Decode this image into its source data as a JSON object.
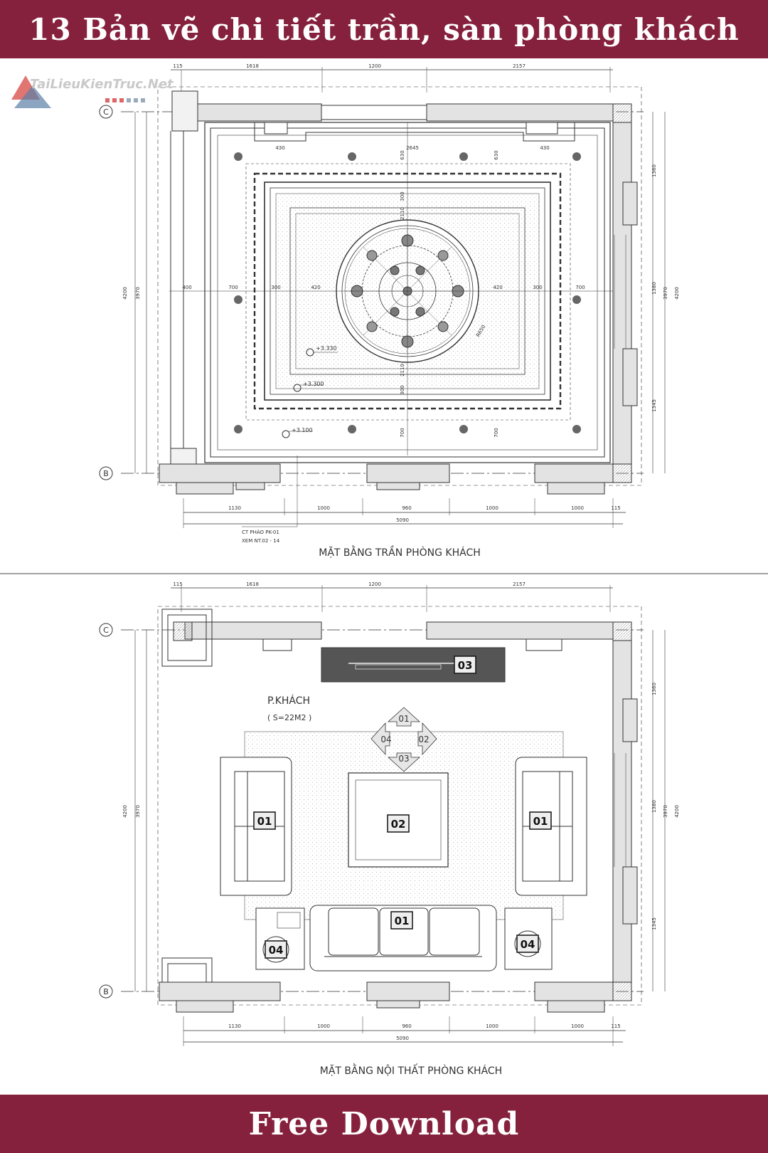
{
  "header": {
    "title": "13 Bản vẽ chi tiết trần, sàn phòng khách"
  },
  "footer": {
    "label": "Free Download"
  },
  "watermark": {
    "text": "TaiLieuKienTruc.Net"
  },
  "colors": {
    "banner": "#86213d",
    "line": "#333333",
    "wall": "#d9d9d9",
    "dark_block": "#555555"
  },
  "grid": {
    "axis_c": "C",
    "axis_b": "B"
  },
  "ceiling_plan": {
    "title": "MẶT BẰNG TRẦN PHÒNG KHÁCH",
    "top_dims": [
      "115",
      "1618",
      "1200",
      "2157"
    ],
    "bottom_dims": [
      "1130",
      "1000",
      "960",
      "1000",
      "1000",
      "115"
    ],
    "overall_width": "5090",
    "left_dims": [
      "4200",
      "3970"
    ],
    "right_dims": [
      "1360",
      "1380",
      "1345",
      "3970",
      "4200"
    ],
    "inner_dims": [
      "430",
      "2645",
      "430",
      "630",
      "630",
      "300",
      "2110",
      "400",
      "700",
      "300",
      "420",
      "420",
      "300",
      "700",
      "2110",
      "300",
      "700",
      "700"
    ],
    "radius_label": "R650",
    "levels": [
      "+3.330",
      "+3.300",
      "+3.100"
    ],
    "note_line1": "CT PHÀO PK-01",
    "note_line2": "XEM NT.02 - 14"
  },
  "floor_plan": {
    "title": "MẶT BẰNG NỘI THẤT PHÒNG KHÁCH",
    "top_dims": [
      "115",
      "1618",
      "1200",
      "2157"
    ],
    "bottom_dims": [
      "1130",
      "1000",
      "960",
      "1000",
      "1000",
      "115"
    ],
    "overall_width": "5090",
    "left_dims": [
      "4200",
      "3970"
    ],
    "right_dims": [
      "1360",
      "1380",
      "1345",
      "3970",
      "4200"
    ],
    "room_name": "P.KHÁCH",
    "room_area": "( S=22M2 )",
    "compass": [
      "01",
      "02",
      "03",
      "04"
    ],
    "tags": {
      "sofa_left": "01",
      "sofa_right": "01",
      "sofa_bottom": "01",
      "table": "02",
      "tv_unit": "03",
      "side_left": "04",
      "side_right": "04"
    }
  }
}
